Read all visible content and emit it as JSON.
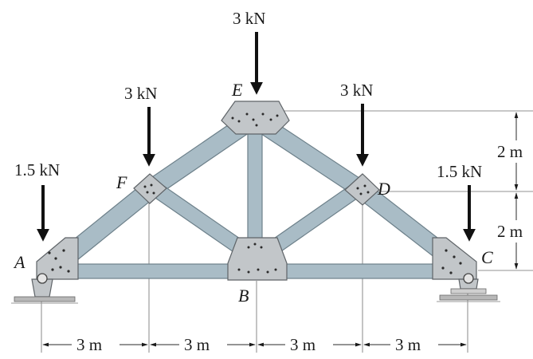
{
  "nodes": {
    "A": "A",
    "B": "B",
    "C": "C",
    "D": "D",
    "E": "E",
    "F": "F"
  },
  "loads": {
    "A": "1.5 kN",
    "F": "3 kN",
    "E": "3 kN",
    "D": "3 kN",
    "C": "1.5 kN"
  },
  "dimensions": {
    "horizontal": [
      "3 m",
      "3 m",
      "3 m",
      "3 m"
    ],
    "vertical": [
      "2 m",
      "2 m"
    ]
  },
  "colors": {
    "member": "#a9bcc6",
    "plate": "#c2c6c9",
    "ground": "#b8b8b8"
  }
}
